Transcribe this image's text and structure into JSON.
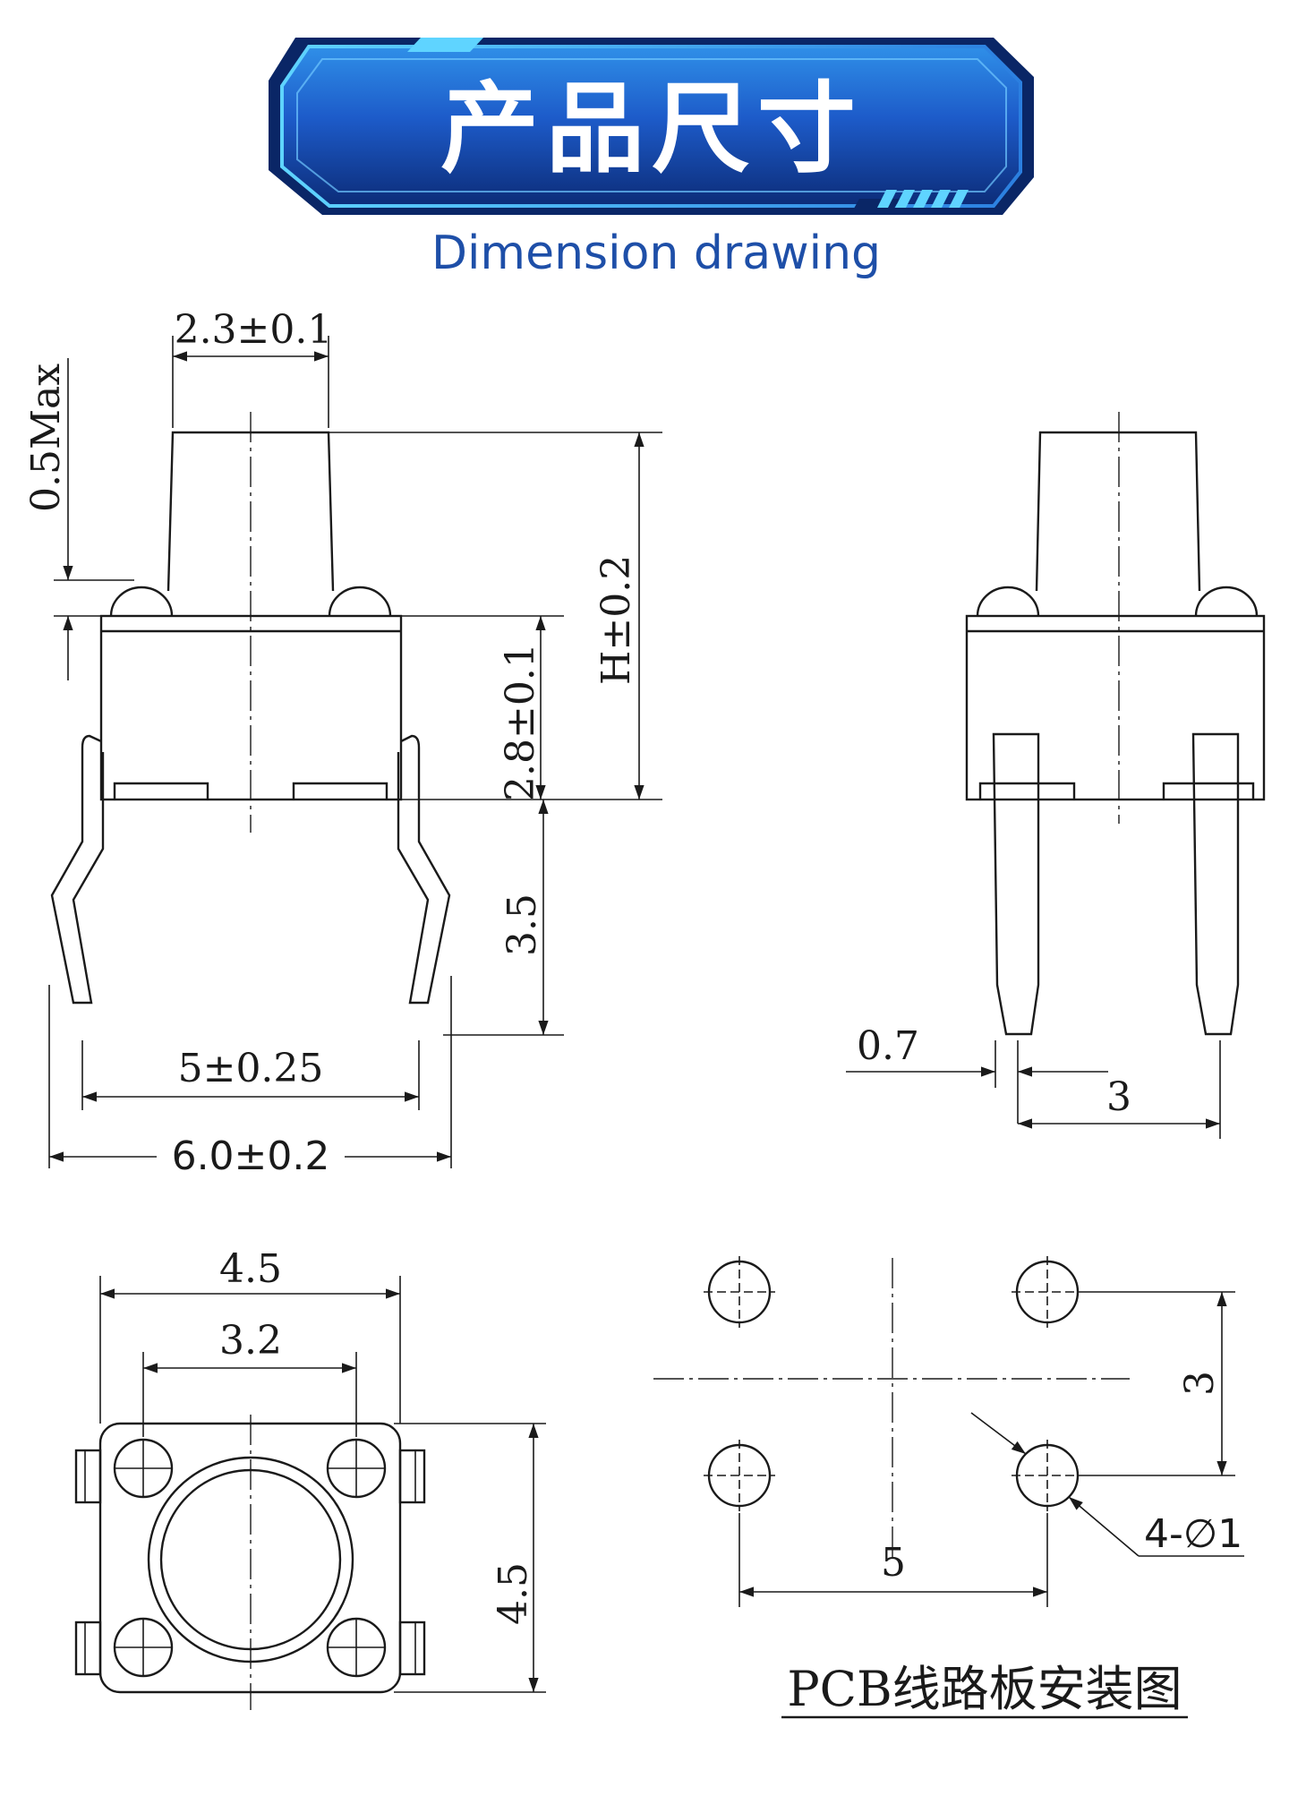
{
  "banner": {
    "title": "产品尺寸",
    "subtitle": "Dimension drawing",
    "colors": {
      "dark": "#0d2f7a",
      "mid": "#1d5bc9",
      "light": "#3aa6ef",
      "accent": "#5fd4ff"
    }
  },
  "front_view": {
    "dim_plunger_width": "2.3±0.1",
    "dim_dome_height": "0.5Max",
    "dim_total_height": "H±0.2",
    "dim_body_height": "2.8±0.1",
    "dim_pin_length": "3.5",
    "dim_pin_pitch": "5±0.25",
    "dim_overall_width": "6.0±0.2"
  },
  "side_view": {
    "dim_pin_thickness": "0.7",
    "dim_pin_spacing": "3"
  },
  "top_view": {
    "dim_body_width": "4.5",
    "dim_hole_pitch": "3.2",
    "dim_body_height": "4.5"
  },
  "pcb_layout": {
    "dim_vertical_pitch": "3",
    "dim_horizontal_pitch": "5",
    "dim_hole": "4-∅1",
    "caption": "PCB线路板安装图"
  }
}
